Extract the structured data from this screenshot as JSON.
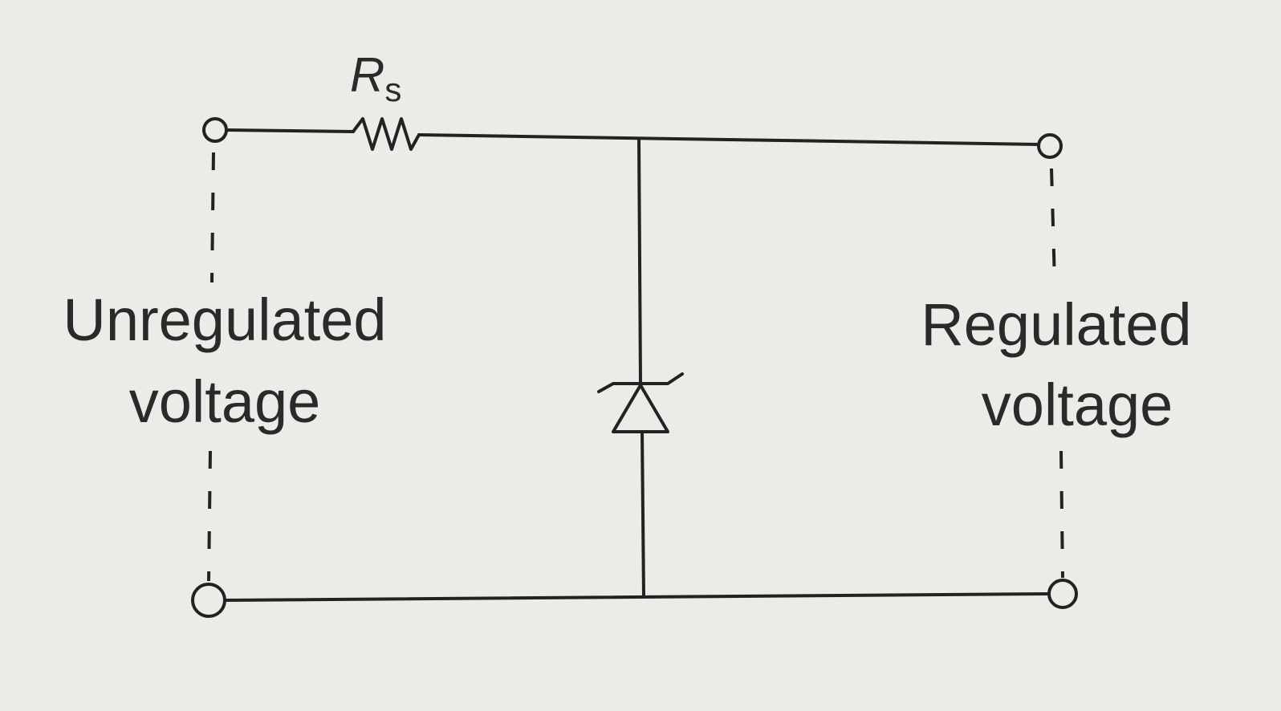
{
  "resistor": {
    "symbol": "R",
    "subscript": "s"
  },
  "input_label": {
    "line1": "Unregulated",
    "line2": "voltage"
  },
  "output_label": {
    "line1": "Regulated",
    "line2": "voltage"
  }
}
